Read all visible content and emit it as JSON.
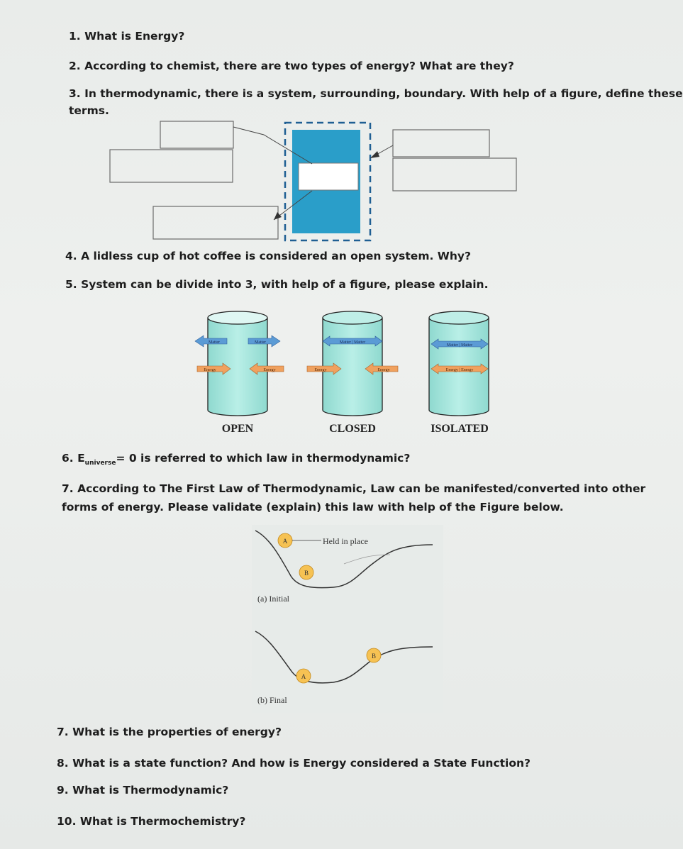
{
  "questions": {
    "q1": "1. What is Energy?",
    "q2": "2. According to chemist, there are two types of energy? What are they?",
    "q3_line1": "3. In thermodynamic, there is a system, surrounding, boundary. With help of a figure, define these",
    "q3_line2": "terms.",
    "q4": "4. A lidless cup of hot coffee is considered an open system. Why?",
    "q5": "5. System can be divide into 3, with help of a figure, please explain.",
    "q6_prefix": "6. E",
    "q6_sub": "universe",
    "q6_suffix": "= 0 is referred to which law in thermodynamic?",
    "q7_line1": "7. According to The First Law of Thermodynamic, Law can be manifested/converted into other",
    "q7_line2": "forms of energy. Please validate (explain) this law with help of the Figure below.",
    "q7b": "7. What is the properties of energy?",
    "q8": "8. What is a state function? And how is Energy considered a State Function?",
    "q9": "9. What is Thermodynamic?",
    "q10": "10. What is Thermochemistry?"
  },
  "systems_figure": {
    "open": {
      "label": "OPEN",
      "arrow_labels": [
        "Matter",
        "Matter",
        "Energy",
        "Energy"
      ]
    },
    "closed": {
      "label": "CLOSED",
      "arrow_labels": [
        "Matter | Matter",
        "Energy",
        "Energy"
      ]
    },
    "isolated": {
      "label": "ISOLATED",
      "arrow_labels": [
        "Matter | Matter",
        "Energy | Energy"
      ]
    }
  },
  "energy_figure": {
    "ball_a": "A",
    "ball_b": "B",
    "held_label": "Held in place",
    "initial_caption": "(a)  Initial",
    "final_caption": "(b)  Final"
  },
  "colors": {
    "system_fill": "#2a9ec9",
    "cylinder_fill": "#a8e6dd",
    "matter_arrow": "#5b9bd5",
    "energy_arrow": "#f0a15e",
    "ball": "#f6c253"
  }
}
